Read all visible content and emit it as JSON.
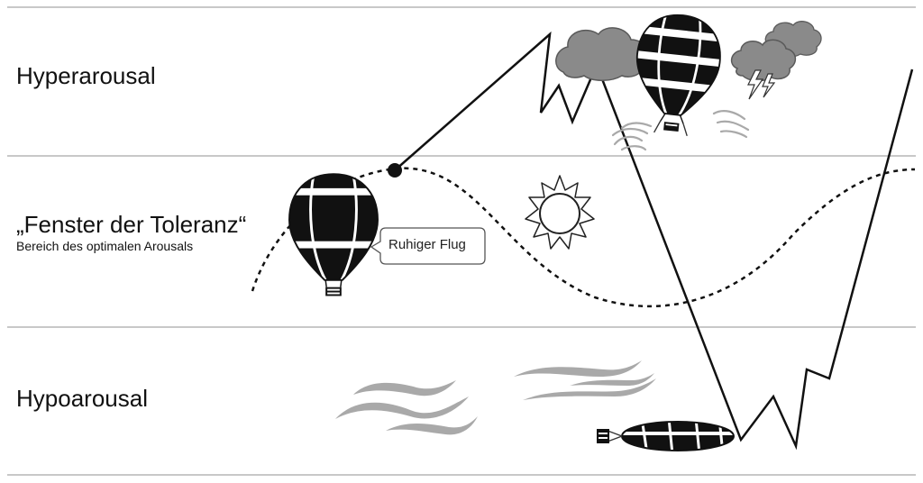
{
  "zones": {
    "hyperarousal": "Hyperarousal",
    "window_title": "„Fenster der Toleranz“",
    "window_subtitle": "Bereich des optimalen Arousals",
    "hypoarousal": "Hypoarousal"
  },
  "callout": {
    "text": "Ruhiger Flug"
  },
  "colors": {
    "line": "#111111",
    "divider": "#b5b5b5",
    "cloud": "#8a8a8a",
    "wind": "#a9a9a9",
    "balloon_dark": "#111111",
    "balloon_light": "#ffffff"
  },
  "icons": [
    "hot-air-balloon-icon",
    "storm-cloud-icon",
    "lightning-icon",
    "sun-icon",
    "wind-icon",
    "deflated-balloon-icon"
  ]
}
